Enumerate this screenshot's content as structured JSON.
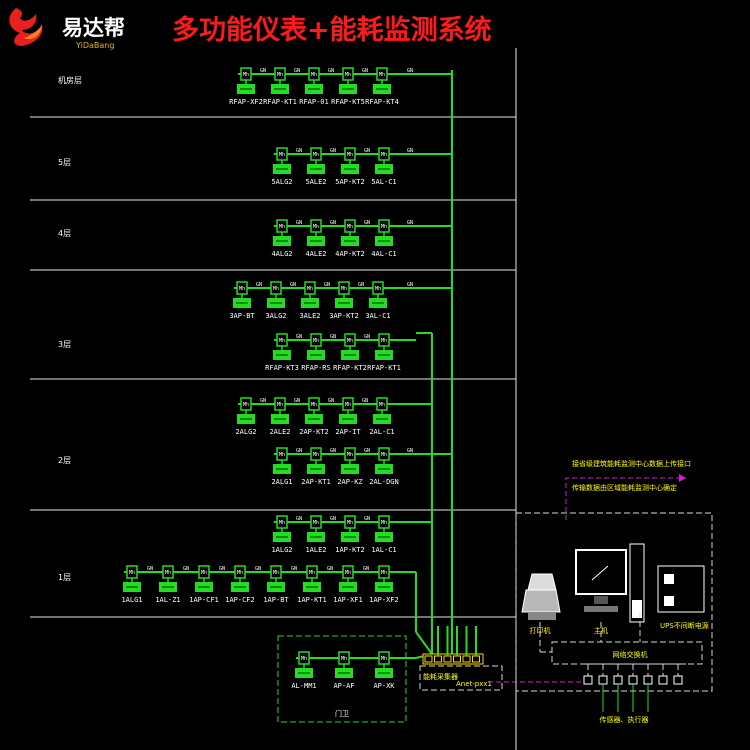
{
  "logo": {
    "cn": "易达帮",
    "en": "YiDaBang"
  },
  "title": "多功能仪表+能耗监测系统",
  "floors": [
    {
      "label": "机房层",
      "rows": [
        [
          "RFAP-XF2",
          "RFAP-KT1",
          "RFAP-01",
          "RFAP-KT5",
          "RFAP-KT4"
        ]
      ]
    },
    {
      "label": "5层",
      "rows": [
        [
          "5ALG2",
          "5ALE2",
          "5AP-KT2",
          "5AL-C1"
        ]
      ]
    },
    {
      "label": "4层",
      "rows": [
        [
          "4ALG2",
          "4ALE2",
          "4AP-KT2",
          "4AL-C1"
        ]
      ]
    },
    {
      "label": "3层",
      "rows": [
        [
          "3AP-BT",
          "3ALG2",
          "3ALE2",
          "3AP-KT2",
          "3AL-C1"
        ],
        [
          "RFAP-KT3",
          "RFAP-RS",
          "RFAP-KT2",
          "RFAP-KT1"
        ]
      ]
    },
    {
      "label": "2层",
      "rows": [
        [
          "2ALG2",
          "2ALE2",
          "2AP-KT2",
          "2AP-IT",
          "2AL-C1"
        ],
        [
          "2ALG1",
          "2AP-KT1",
          "2AP-KZ",
          "2AL-DGN"
        ]
      ]
    },
    {
      "label": "1层",
      "rows": [
        [
          "1ALG2",
          "1ALE2",
          "1AP-KT2",
          "1AL-C1"
        ],
        [
          "1ALG1",
          "1AL-Z1",
          "1AP-CF1",
          "1AP-CF2",
          "1AP-BT",
          "1AP-KT1",
          "1AP-XF1",
          "1AP-XF2"
        ]
      ]
    }
  ],
  "gate": {
    "label": "门卫",
    "devices": [
      "AL-MM1",
      "AP-AF",
      "AP-XK"
    ]
  },
  "device_tag": "Mh",
  "link_tag": "GN",
  "collector_label": "能耗采集器",
  "collector_model": "Anet-pxx1",
  "upload_text_1": "接省级建筑能耗监测中心数据上传接口",
  "upload_text_2": "传输数据由区域能耗监测中心确定",
  "printer": "打印机",
  "host": "主机",
  "ups": "UPS不间断电源",
  "switch": "网络交换机",
  "sensors": "传感器、执行器",
  "colors": {
    "bus": "#22dd22",
    "title": "#ff1a1a",
    "note": "#ffff00",
    "upload": "#d020d0"
  }
}
